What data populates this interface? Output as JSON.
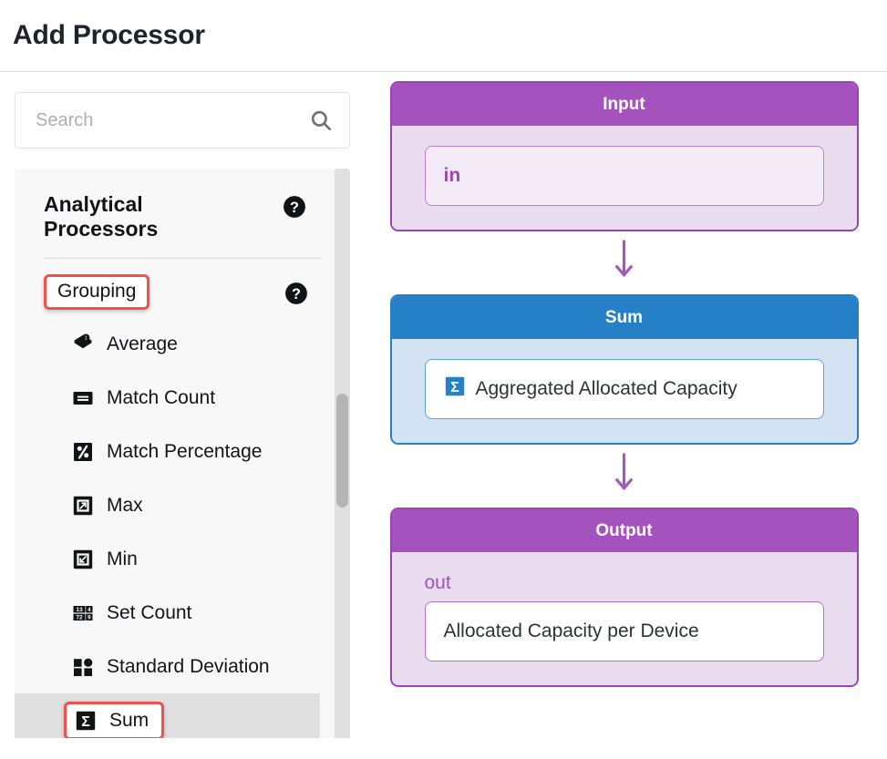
{
  "header": {
    "title": "Add Processor"
  },
  "search": {
    "value": "",
    "placeholder": "Search",
    "icon": "search-icon"
  },
  "sidebar": {
    "panel_title": "Analytical Processors",
    "panel_help_icon": "help-icon",
    "category": {
      "label": "Grouping",
      "help_icon": "help-icon",
      "highlighted": true,
      "highlight_color": "#f4504a"
    },
    "items": [
      {
        "label": "Average",
        "icon": "average-icon",
        "selected": false,
        "highlighted": false
      },
      {
        "label": "Match Count",
        "icon": "match-count-icon",
        "selected": false,
        "highlighted": false
      },
      {
        "label": "Match Percentage",
        "icon": "match-percentage-icon",
        "selected": false,
        "highlighted": false
      },
      {
        "label": "Max",
        "icon": "max-icon",
        "selected": false,
        "highlighted": false
      },
      {
        "label": "Min",
        "icon": "min-icon",
        "selected": false,
        "highlighted": false
      },
      {
        "label": "Set Count",
        "icon": "set-count-icon",
        "selected": false,
        "highlighted": false
      },
      {
        "label": "Standard Deviation",
        "icon": "standard-deviation-icon",
        "selected": false,
        "highlighted": false
      },
      {
        "label": "Sum",
        "icon": "sum-icon",
        "selected": true,
        "highlighted": true
      }
    ],
    "scrollbar": {
      "present": true
    }
  },
  "flow": {
    "input_card": {
      "title": "Input",
      "field_value": "in",
      "header_color": "#a452bd",
      "body_color": "#e8dcee"
    },
    "processor_card": {
      "title": "Sum",
      "field_value": "Aggregated Allocated Capacity",
      "field_icon": "sum-icon",
      "header_color": "#2580c8",
      "body_color": "#d3e3f3"
    },
    "output_card": {
      "title": "Output",
      "port_label": "out",
      "field_value": "Allocated Capacity per Device",
      "header_color": "#a452bd",
      "body_color": "#e8dcee"
    },
    "arrow_color": "#a356c0",
    "arrow_icon": "arrow-down-icon"
  }
}
